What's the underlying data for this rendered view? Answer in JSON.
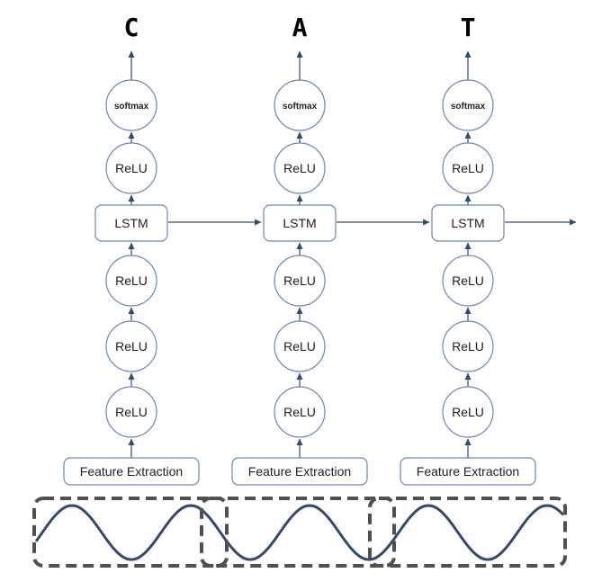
{
  "columns": [
    {
      "output_letter": "C",
      "layers": [
        "softmax",
        "ReLU",
        "LSTM",
        "ReLU",
        "ReLU",
        "ReLU",
        "Feature Extraction"
      ]
    },
    {
      "output_letter": "A",
      "layers": [
        "softmax",
        "ReLU",
        "LSTM",
        "ReLU",
        "ReLU",
        "ReLU",
        "Feature Extraction"
      ]
    },
    {
      "output_letter": "T",
      "layers": [
        "softmax",
        "ReLU",
        "LSTM",
        "ReLU",
        "ReLU",
        "ReLU",
        "Feature Extraction"
      ]
    }
  ],
  "colors": {
    "node_stroke": "#6b87b8",
    "arrow": "#34496e",
    "wave": "#34496e",
    "window_dash": "#505050"
  }
}
